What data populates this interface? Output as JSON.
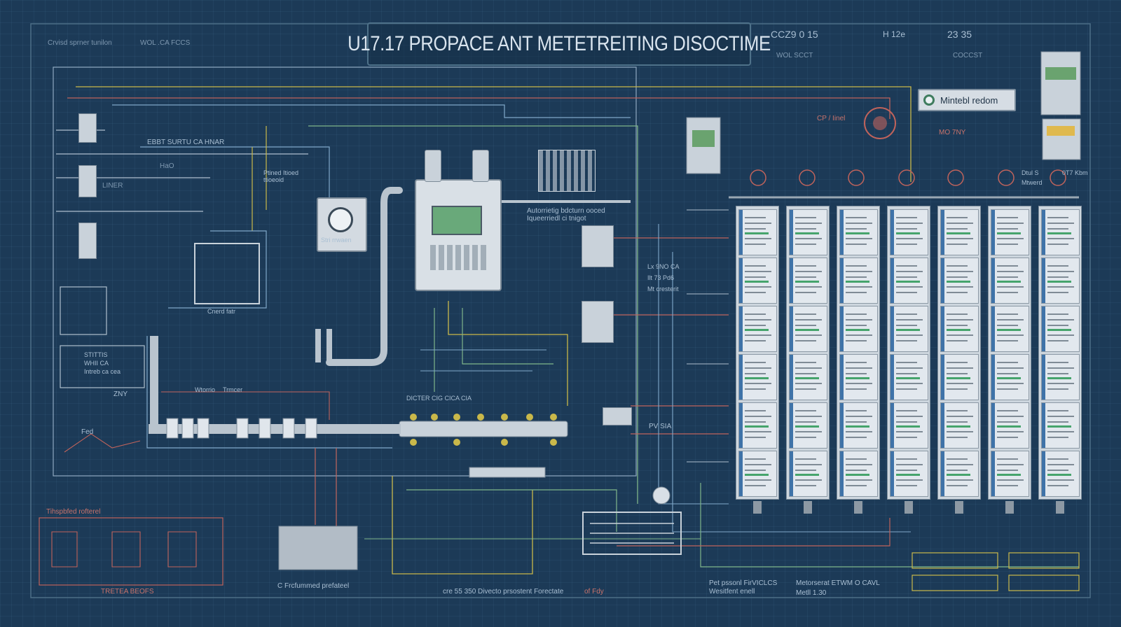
{
  "title": "U17.17 PROPACE ANT METETREITING DISOCTIME",
  "status_box": {
    "label": "Mintebl redom"
  },
  "labels": {
    "top_left_caption": "Crvisd sprner tunilon",
    "top_left_code": "WOL .CA FCCS",
    "top_right_a": "CCZ9 0 15",
    "top_right_a2": "WOL SCCT",
    "top_right_b": "H 12e",
    "top_right_c": "23 35",
    "top_right_c2": "COCCST",
    "ebt_label": "EBBT SURTU CA HNAR",
    "hao_label": "HaO",
    "liner_label": "LINER",
    "fined_label": "Ptined Itioed",
    "fined_label2": "ttioeoid",
    "meter_label": "Stri rrwaen",
    "auto_label": "Autorrietig bdcturn ooced",
    "auto_label2": "Iqueerriedl ci tnigot",
    "cp_label": "CP / Iinel",
    "right_mid_label": "Lx 9NO CA",
    "right_mid_label2": "Ilt 73 Pd6",
    "right_mid_label3": "Mt cresterit",
    "ctr_label": "Cnerd fatr",
    "sensor_label": "Wtorrio",
    "sensor_label2": "Trmcer",
    "bus_codes": "DICTER  CIG  CICA  CIA",
    "left_box_label": "STITTIS",
    "left_box_label2": "WHII CA",
    "left_box_label3": "Intreb ca cea",
    "zny": "ZNY",
    "fed": "Fed",
    "pvs": "PV SIA",
    "bottom_left_title": "Tihspbfed rofterel",
    "bottom_left_caption": "TRETEA BEOFS",
    "bottom_center_caption": "C Frcfummed prefateel",
    "bottom_caption_center": "cre 55 350 Divecto prsostent Forectate",
    "bottom_caption_ofby": "of Fdy",
    "bottom_right_a": "Pet pssonl FirVICLCS",
    "bottom_right_a2": "Wesitfent enell",
    "bottom_right_b": "Metorserat ETWM O CAVL",
    "bottom_right_b2": "Metll 1.30",
    "cabinet_top_a": "Dtul S",
    "cabinet_top_b": "Mtwerd",
    "cabinet_top_c": "0T7 Kbm",
    "panel_right": "MO 7NY"
  },
  "cabinets": {
    "columns": 7,
    "modules_per_column": 6
  },
  "colors": {
    "background": "#1c3a57",
    "wire_yellow": "#c9b84a",
    "wire_green": "#7fb68a",
    "wire_red": "#c0635b",
    "wire_blue": "#7fa8c9",
    "module_accent": "#3f73a8",
    "status_green": "#46a46c"
  }
}
